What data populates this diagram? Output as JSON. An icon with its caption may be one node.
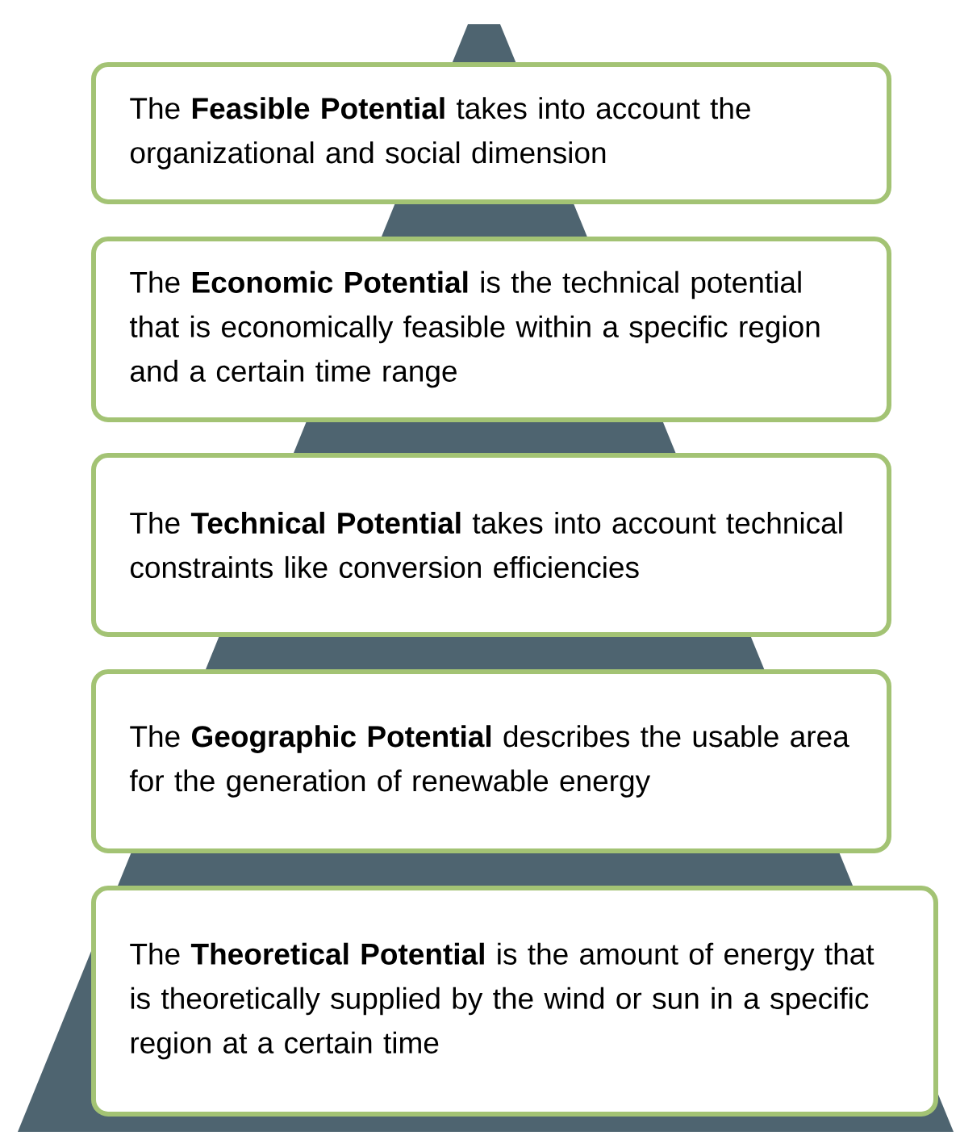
{
  "diagram": {
    "nodes": [
      {
        "text": [
          "The **Feasible Potential** takes into account the organizational and social dimension"
        ]
      },
      {
        "text": [
          "The **Economic Potential** is the technical potential that is economically feasible within a specific region and a certain time range"
        ]
      },
      {
        "text": [
          "The **Technical Potential** takes into account technical constraints like conversion efficiencies"
        ]
      },
      {
        "text": [
          "The **Geographic Potential** describes the usable area for the generation of renewable energy"
        ]
      },
      {
        "text": [
          "The **Theoretical Potential** is the amount of energy that is theoretically supplied by the wind or sun in a specific region at a certain time"
        ]
      }
    ]
  }
}
